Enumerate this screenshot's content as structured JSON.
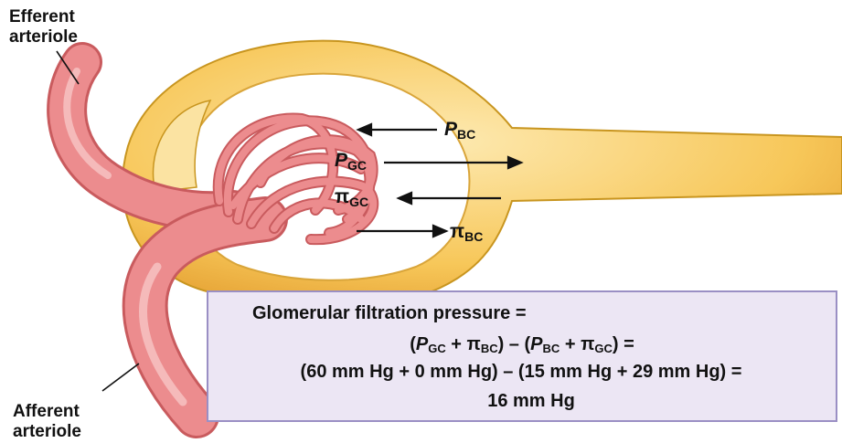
{
  "labels": {
    "efferent_line1": "Efferent",
    "efferent_line2": "arteriole",
    "afferent_line1": "Afferent",
    "afferent_line2": "arteriole"
  },
  "pressures": {
    "p_bc": {
      "symbol": "P",
      "sub": "BC"
    },
    "p_gc": {
      "symbol": "P",
      "sub": "GC"
    },
    "pi_gc": {
      "symbol": "π",
      "sub": "GC"
    },
    "pi_bc": {
      "symbol": "π",
      "sub": "BC"
    }
  },
  "formula": {
    "title": "Glomerular filtration pressure =",
    "symbolic": {
      "open1": "(",
      "a_sym": "P",
      "a_sub": "GC",
      "plus1": " + ",
      "b_sym": "π",
      "b_sub": "BC",
      "mid": ") – (",
      "c_sym": "P",
      "c_sub": "BC",
      "plus2": " + ",
      "d_sym": "π",
      "d_sub": "GC",
      "close": ") ="
    },
    "values": "(60 mm Hg + 0 mm Hg) – (15 mm Hg + 29 mm Hg) =",
    "result": "16 mm Hg"
  },
  "colors": {
    "capsule_fill": "#f6c04e",
    "capsule_light": "#fbe3a2",
    "capsule_edge": "#c8951f",
    "vessel_fill": "#ec8c8e",
    "vessel_dark": "#c95b5e",
    "vessel_light": "#f8c5c5",
    "box_fill": "#ece6f4",
    "box_border": "#9a8fc4"
  }
}
